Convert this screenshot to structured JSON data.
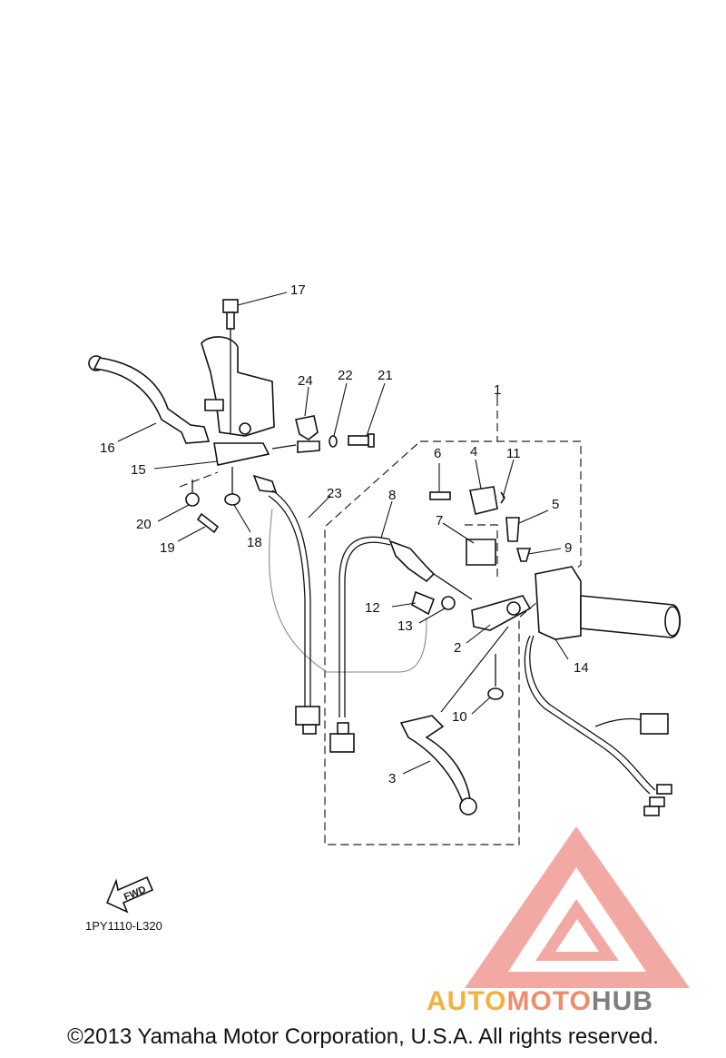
{
  "diagram": {
    "callouts": [
      "1",
      "2",
      "3",
      "4",
      "5",
      "6",
      "7",
      "8",
      "9",
      "10",
      "11",
      "12",
      "13",
      "14",
      "15",
      "16",
      "17",
      "18",
      "19",
      "20",
      "21",
      "22",
      "23",
      "24"
    ],
    "fwd_label": "FWD",
    "code": "1PY1110-L320"
  },
  "watermark": {
    "auto": "AUTO",
    "moto": "MOTO",
    "hub": "HUB",
    "colors": {
      "triangle": "#f29b93",
      "auto": "#f3b23b",
      "moto": "#f08b6e",
      "hub": "#7f7f7f"
    }
  },
  "footer": {
    "copyright": "©2013 Yamaha Motor Corporation, U.S.A. All rights reserved."
  }
}
